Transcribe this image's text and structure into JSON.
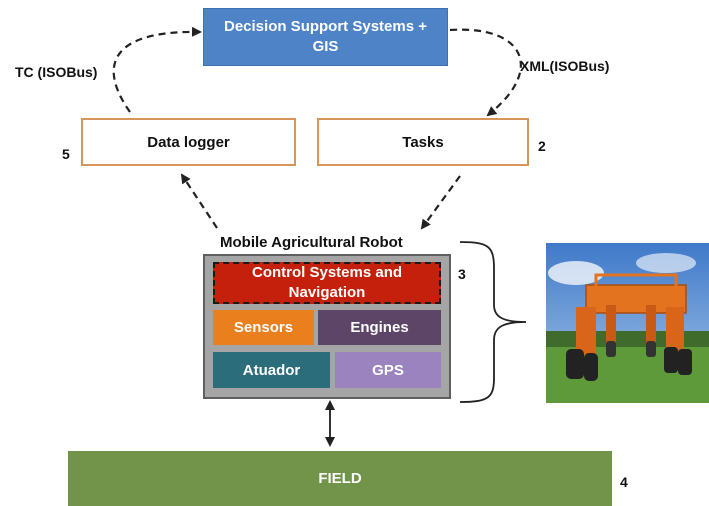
{
  "nodes": {
    "dss": {
      "line1": "Decision Support Systems +",
      "line2": "GIS"
    },
    "data_logger": {
      "label": "Data logger",
      "number": "5"
    },
    "tasks": {
      "label": "Tasks",
      "number": "2"
    },
    "robot": {
      "title": "Mobile Agricultural Robot",
      "number": "3",
      "control": {
        "line1": "Control Systems and",
        "line2": "Navigation"
      },
      "sensors": "Sensors",
      "engines": "Engines",
      "atuador": "Atuador",
      "gps": "GPS"
    },
    "field": {
      "label": "FIELD",
      "number": "4"
    }
  },
  "edges": {
    "tc": "TC (ISOBus)",
    "xml": "XML(ISOBus)"
  },
  "colors": {
    "dss_fill": "#4f83c7",
    "box_border": "#d7955a",
    "robot_fill": "#a5a5a5",
    "control_fill": "#c5200c",
    "sensors_fill": "#e97f1d",
    "engines_fill": "#5d4567",
    "atuador_fill": "#2b6d7a",
    "gps_fill": "#9b83bf",
    "field_fill": "#72944a"
  },
  "image": {
    "name": "robot-photo"
  }
}
